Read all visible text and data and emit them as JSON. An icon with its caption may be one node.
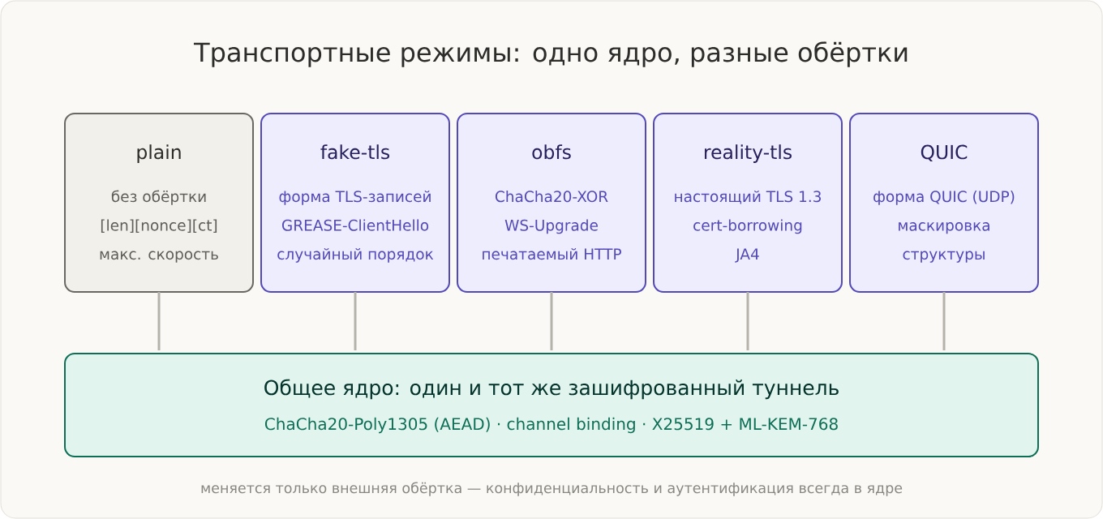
{
  "diagram": {
    "title": "Транспортные режимы: одно ядро, разные обёртки",
    "nodes": [
      {
        "text": [
          "plain",
          "без обёртки",
          "[len][nonce][ct]",
          "макс. скорость"
        ]
      },
      {
        "text": [
          "fake-tls",
          "форма TLS-записей",
          "GREASE-ClientHello",
          "случайный порядок"
        ]
      },
      {
        "text": [
          "obfs",
          "ChaCha20-XOR",
          "WS-Upgrade",
          "печатаемый HTTP"
        ]
      },
      {
        "text": [
          "reality-tls",
          "настоящий TLS 1.3",
          "cert-borrowing",
          "JA4"
        ]
      },
      {
        "text": [
          "QUIC",
          "форма QUIC (UDP)",
          "маскировка структуры"
        ]
      },
      {
        "text": [
          "Общее ядро: один и тот же зашифрованный туннель",
          "ChaCha20-Poly1305 (AEAD) · channel binding · X25519 + ML-KEM-768"
        ]
      }
    ],
    "edges": [
      {
        "from": 0,
        "to": 5,
        "arrow": "none"
      },
      {
        "from": 1,
        "to": 5,
        "arrow": "none"
      },
      {
        "from": 2,
        "to": 5,
        "arrow": "none"
      },
      {
        "from": 3,
        "to": 5,
        "arrow": "none"
      },
      {
        "from": 4,
        "to": 5,
        "arrow": "none"
      }
    ],
    "caption": "меняется только внешняя обёртка — конфиденциальность и аутентификация всегда в ядре"
  }
}
